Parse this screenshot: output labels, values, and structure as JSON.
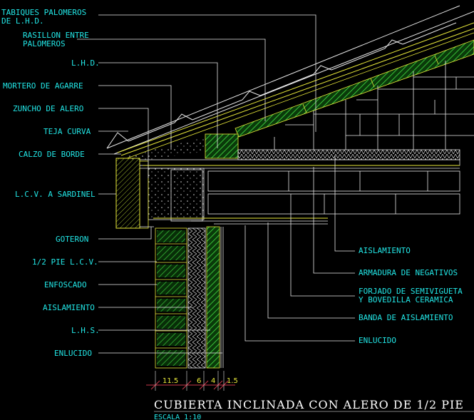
{
  "labels_left": [
    {
      "id": "tabiques-palomeros",
      "lines": [
        "TABIQUES PALOMEROS",
        "DE L.H.D."
      ]
    },
    {
      "id": "rasillon-entre-palomeros",
      "lines": [
        "RASILLON ENTRE",
        "PALOMEROS"
      ]
    },
    {
      "id": "lhd",
      "lines": [
        "L.H.D."
      ]
    },
    {
      "id": "mortero-de-agarre",
      "lines": [
        "MORTERO DE AGARRE"
      ]
    },
    {
      "id": "zuncho-de-alero",
      "lines": [
        "ZUNCHO DE ALERO"
      ]
    },
    {
      "id": "teja-curva",
      "lines": [
        "TEJA CURVA"
      ]
    },
    {
      "id": "calzo-de-borde",
      "lines": [
        "CALZO DE BORDE"
      ]
    },
    {
      "id": "lcv-a-sardinel",
      "lines": [
        "L.C.V. A SARDINEL"
      ]
    },
    {
      "id": "goteron",
      "lines": [
        "GOTERON"
      ]
    },
    {
      "id": "medio-pie-lcv",
      "lines": [
        "1/2 PIE L.C.V."
      ]
    },
    {
      "id": "enfoscado",
      "lines": [
        "ENFOSCADO"
      ]
    },
    {
      "id": "aislamiento-left",
      "lines": [
        "AISLAMIENTO"
      ]
    },
    {
      "id": "lhs",
      "lines": [
        "L.H.S."
      ]
    },
    {
      "id": "enlucido-left",
      "lines": [
        "ENLUCIDO"
      ]
    }
  ],
  "labels_right": [
    {
      "id": "aislamiento-right",
      "lines": [
        "AISLAMIENTO"
      ]
    },
    {
      "id": "armadura-de-negativos",
      "lines": [
        "ARMADURA DE NEGATIVOS"
      ]
    },
    {
      "id": "forjado",
      "lines": [
        "FORJADO DE SEMIVIGUETA",
        "Y BOVEDILLA CERAMICA"
      ]
    },
    {
      "id": "banda-de-aislamiento",
      "lines": [
        "BANDA DE AISLAMIENTO"
      ]
    },
    {
      "id": "enlucido-right",
      "lines": [
        "ENLUCIDO"
      ]
    }
  ],
  "dimensions": [
    "11.5",
    "6",
    "4",
    "1.5"
  ],
  "title": "CUBIERTA INCLINADA CON ALERO DE 1/2 PIE",
  "scale": "ESCALA 1:10",
  "colors": {
    "text": "#22e6e6",
    "leader": "#e8e8e8",
    "hatch_green": "#36b836",
    "yellow": "#e8e83a",
    "white": "#ffffff"
  }
}
